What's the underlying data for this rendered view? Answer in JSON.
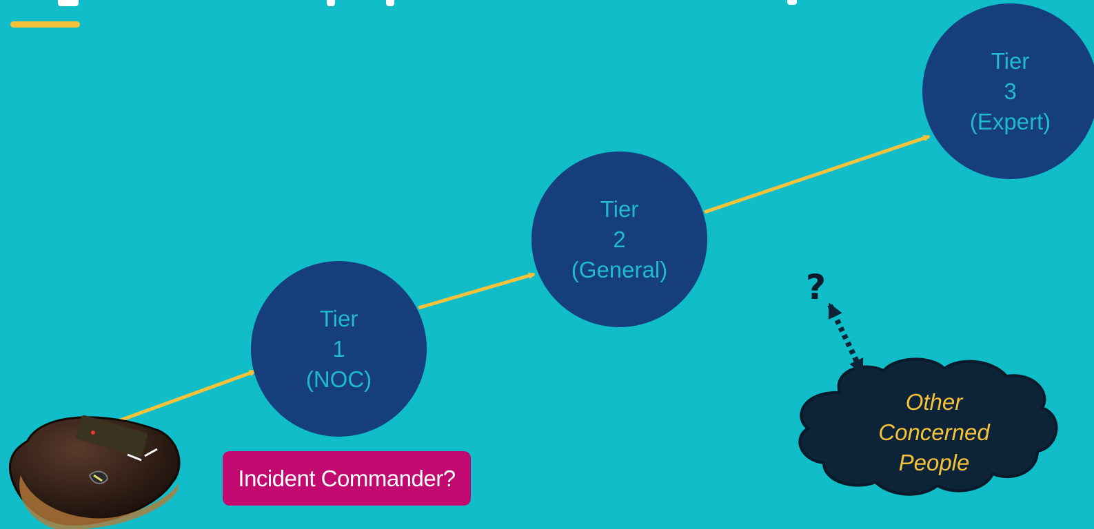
{
  "diagram": {
    "tiers": [
      {
        "label": "Tier",
        "number": "1",
        "role": "(NOC)"
      },
      {
        "label": "Tier",
        "number": "2",
        "role": "(General)"
      },
      {
        "label": "Tier",
        "number": "3",
        "role": "(Expert)"
      }
    ],
    "incident_commander": "Incident Commander?",
    "other_concerned_people": [
      "Other",
      "Concerned",
      "People"
    ],
    "question_mark": "?"
  },
  "colors": {
    "background": "#10bdc9",
    "tier_circle": "#163d7c",
    "tier_text": "#1fb9d3",
    "arrow": "#f5c23a",
    "badge": "#c2096f",
    "cloud": "#0d2338",
    "cloud_text": "#f5c23a",
    "title_underline": "#f5c23a"
  },
  "icons": {
    "pager": "pager-icon",
    "cloud": "cloud-icon"
  }
}
